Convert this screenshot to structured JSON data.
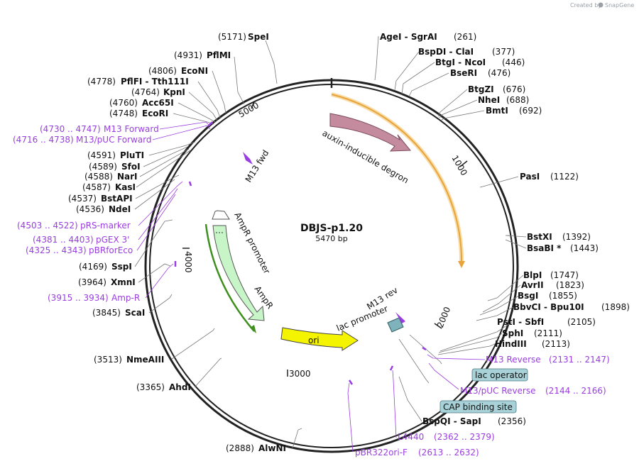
{
  "plasmid": {
    "name": "DBJS-p1.20",
    "length_label": "5470 bp",
    "total_bp": 5470
  },
  "brand": {
    "created_by": "Created by",
    "logo_text": "SnapGene"
  },
  "ticks": [
    {
      "label": "1000",
      "bp": 1000
    },
    {
      "label": "2000",
      "bp": 2000
    },
    {
      "label": "3000",
      "bp": 3000
    },
    {
      "label": "4000",
      "bp": 4000
    },
    {
      "label": "5000",
      "bp": 5000
    }
  ],
  "features": [
    {
      "id": "aid",
      "label": "auxin-inducible degron"
    },
    {
      "id": "m13fwd",
      "label": "M13 fwd"
    },
    {
      "id": "ampr_prom",
      "label": "AmpR promoter"
    },
    {
      "id": "ampr",
      "label": "AmpR"
    },
    {
      "id": "ori",
      "label": "ori"
    },
    {
      "id": "lacprom",
      "label": "lac promoter"
    },
    {
      "id": "m13rev",
      "label": "M13 rev"
    }
  ],
  "sites": [
    {
      "name": "SpeI",
      "pos": "(5171)"
    },
    {
      "name": "PflMI",
      "pos": "(4931)"
    },
    {
      "name": "EcoNI",
      "pos": "(4806)"
    },
    {
      "name": "PflFI  -  Tth111I",
      "pos": "(4778)"
    },
    {
      "name": "KpnI",
      "pos": "(4764)"
    },
    {
      "name": "Acc65I",
      "pos": "(4760)"
    },
    {
      "name": "EcoRI",
      "pos": "(4748)"
    },
    {
      "name": "PluTI",
      "pos": "(4591)"
    },
    {
      "name": "SfoI",
      "pos": "(4589)"
    },
    {
      "name": "NarI",
      "pos": "(4588)"
    },
    {
      "name": "KasI",
      "pos": "(4587)"
    },
    {
      "name": "BstAPI",
      "pos": "(4537)"
    },
    {
      "name": "NdeI",
      "pos": "(4536)"
    },
    {
      "name": "SspI",
      "pos": "(4169)"
    },
    {
      "name": "XmnI",
      "pos": "(3964)"
    },
    {
      "name": "ScaI",
      "pos": "(3845)"
    },
    {
      "name": "NmeAIII",
      "pos": "(3513)"
    },
    {
      "name": "AhdI",
      "pos": "(3365)"
    },
    {
      "name": "AlwNI",
      "pos": "(2888)"
    },
    {
      "name": "AgeI  -  SgrAI",
      "pos": "(261)"
    },
    {
      "name": "BspDI  -  ClaI",
      "pos": "(377)"
    },
    {
      "name": "BtgI  -  NcoI",
      "pos": "(446)"
    },
    {
      "name": "BseRI",
      "pos": "(476)"
    },
    {
      "name": "BtgZI",
      "pos": "(676)"
    },
    {
      "name": "NheI",
      "pos": "(688)"
    },
    {
      "name": "BmtI",
      "pos": "(692)"
    },
    {
      "name": "PasI",
      "pos": "(1122)"
    },
    {
      "name": "BstXI",
      "pos": "(1392)"
    },
    {
      "name": "BsaBI *",
      "pos": "(1443)"
    },
    {
      "name": "BlpI",
      "pos": "(1747)"
    },
    {
      "name": "AvrII",
      "pos": "(1823)"
    },
    {
      "name": "BsgI",
      "pos": "(1855)"
    },
    {
      "name": "BbvCI  -  Bpu10I",
      "pos": "(1898)"
    },
    {
      "name": "PstI  -  SbfI",
      "pos": "(2105)"
    },
    {
      "name": "SphI",
      "pos": "(2111)"
    },
    {
      "name": "HindIII",
      "pos": "(2113)"
    },
    {
      "name": "BspQI  -  SapI",
      "pos": "(2356)"
    }
  ],
  "primers": [
    {
      "name": "M13 Forward",
      "range": "(4730 .. 4747)"
    },
    {
      "name": "M13/pUC Forward",
      "range": "(4716 .. 4738)"
    },
    {
      "name": "pRS-marker",
      "range": "(4503 .. 4522)"
    },
    {
      "name": "pGEX 3'",
      "range": "(4381 .. 4403)"
    },
    {
      "name": "pBRforEco",
      "range": "(4325 .. 4343)"
    },
    {
      "name": "Amp-R",
      "range": "(3915 .. 3934)"
    },
    {
      "name": "M13 Reverse",
      "range": "(2131 .. 2147)"
    },
    {
      "name": "M13/pUC Reverse",
      "range": "(2144 .. 2166)"
    },
    {
      "name": "L4440",
      "range": "(2362 .. 2379)"
    },
    {
      "name": "pBR322ori-F",
      "range": "(2613 .. 2632)"
    }
  ],
  "boxed_features": [
    {
      "name": "lac operator"
    },
    {
      "name": "CAP binding site"
    }
  ],
  "colors": {
    "backbone": "#222222",
    "primer": "#9a3de0",
    "aid": "#c48a9e",
    "orange": "#e8a33b",
    "ampr": "#c7f5c7",
    "green": "#3f8f1e",
    "ori": "#f4f400",
    "box": "#a8d2d8"
  }
}
